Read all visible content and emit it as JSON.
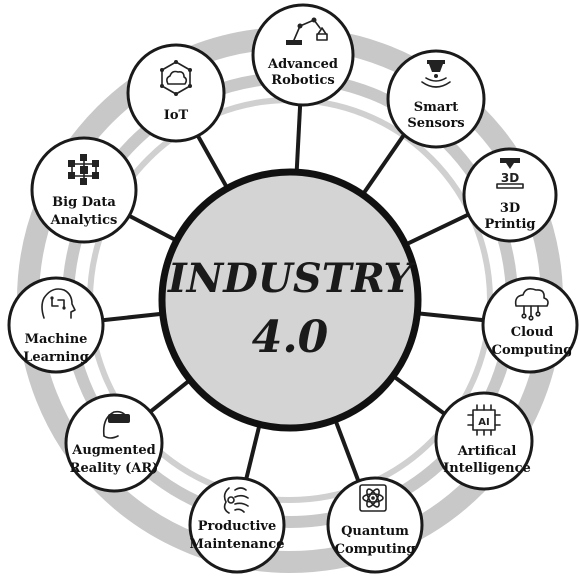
{
  "center": {
    "line1": "INDUSTRY",
    "line2": "4.0"
  },
  "colors": {
    "ring_outer": "#c8c8c8",
    "ring_inner": "#bdbdbd",
    "center_fill": "#d4d4d4",
    "stroke": "#1a1a1a",
    "node_fill": "#ffffff"
  },
  "nodes": [
    {
      "id": "advanced-robotics",
      "icon": "robot-arm-icon",
      "lines": [
        "Advanced",
        "Robotics"
      ]
    },
    {
      "id": "smart-sensors",
      "icon": "sensor-icon",
      "lines": [
        "Smart",
        "Sensors"
      ]
    },
    {
      "id": "3d-printing",
      "icon": "3d-printer-icon",
      "lines": [
        "3D",
        "Printig"
      ]
    },
    {
      "id": "cloud-computing",
      "icon": "cloud-network-icon",
      "lines": [
        "Cloud",
        "Computing"
      ]
    },
    {
      "id": "artificial-intelligence",
      "icon": "ai-chip-icon",
      "lines": [
        "Artifical",
        "Intelligence"
      ]
    },
    {
      "id": "quantum-computing",
      "icon": "atom-chip-icon",
      "lines": [
        "Quantum",
        "Computing"
      ]
    },
    {
      "id": "productive-maintenance",
      "icon": "gear-brain-icon",
      "lines": [
        "Productive",
        "Maintenance"
      ]
    },
    {
      "id": "augmented-reality",
      "icon": "vr-headset-icon",
      "lines": [
        "Augmented",
        "Reality (AR)"
      ]
    },
    {
      "id": "machine-learning",
      "icon": "head-circuit-icon",
      "lines": [
        "Machine",
        "Learning"
      ]
    },
    {
      "id": "big-data-analytics",
      "icon": "data-network-icon",
      "lines": [
        "Big Data",
        "Analytics"
      ]
    },
    {
      "id": "iot",
      "icon": "cloud-hexagon-icon",
      "lines": [
        "IoT"
      ]
    }
  ]
}
